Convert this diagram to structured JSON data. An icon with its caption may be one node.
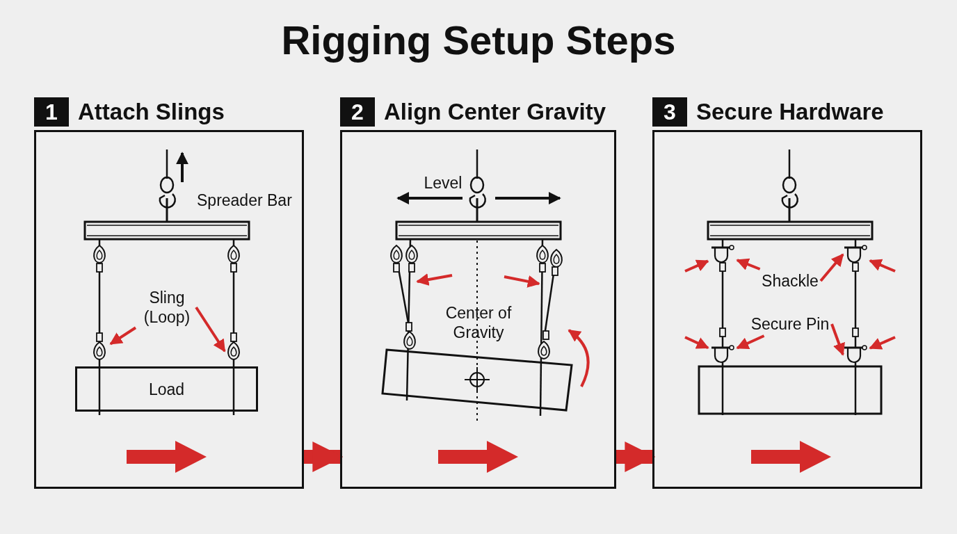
{
  "diagram": {
    "title": "Rigging Setup Steps",
    "nodes": [
      {
        "text": [
          "1",
          "Attach Slings"
        ]
      },
      {
        "text": [
          "2",
          "Align Center Gravity"
        ]
      },
      {
        "text": [
          "3",
          "Secure Hardware"
        ]
      },
      {
        "text": [
          "Sling (Loop)"
        ],
        "in": 0
      },
      {
        "text": [
          "Load"
        ],
        "in": 0
      },
      {
        "text": [
          "Shackle"
        ],
        "in": 2
      },
      {
        "text": [
          "Secure Pin"
        ],
        "in": 2
      },
      {
        "text": [],
        "shape": "loop",
        "in": 0
      },
      {
        "text": [],
        "shape": "loop",
        "in": 0
      },
      {
        "text": [],
        "shape": "shackle",
        "in": 2
      },
      {
        "text": [],
        "shape": "shackle",
        "in": 2
      },
      {
        "text": [],
        "shape": "shackle",
        "in": 2
      },
      {
        "text": [],
        "shape": "shackle",
        "in": 2
      }
    ],
    "edges": [
      {
        "from": 0,
        "to": 1,
        "arrow": "to",
        "style": "thick"
      },
      {
        "from": 1,
        "to": 2,
        "arrow": "to",
        "style": "thick"
      },
      {
        "from": 3,
        "to": 7,
        "arrow": "to"
      },
      {
        "from": 3,
        "to": 8,
        "arrow": "to"
      },
      {
        "from": 5,
        "to": 9,
        "arrow": "to"
      },
      {
        "from": 5,
        "to": 10,
        "arrow": "to"
      },
      {
        "from": 6,
        "to": 11,
        "arrow": "to"
      },
      {
        "from": 6,
        "to": 12,
        "arrow": "to"
      },
      {
        "from": null,
        "to": 9,
        "arrow": "to"
      },
      {
        "from": null,
        "to": 10,
        "arrow": "to"
      },
      {
        "from": null,
        "to": 11,
        "arrow": "to"
      },
      {
        "from": null,
        "to": 12,
        "arrow": "to"
      }
    ],
    "labels": [
      "Spreader Bar",
      "Level",
      "Center of Gravity"
    ]
  }
}
